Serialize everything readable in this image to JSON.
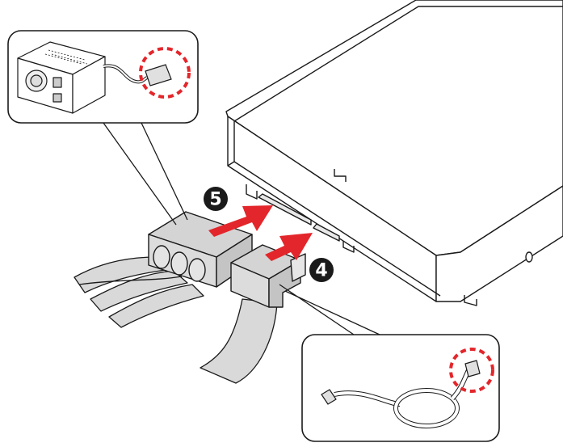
{
  "steps": [
    {
      "number": "5",
      "target": "psu-power-connector"
    },
    {
      "number": "4",
      "target": "sata-data-connector"
    }
  ],
  "colors": {
    "arrow": "#e3262b",
    "highlight_circle": "#e3262b",
    "line": "#1a1a1a",
    "connector_fill": "#d4d4d4",
    "cable_fill": "#d9d9d9",
    "badge": "#1a1a1a"
  },
  "callouts": [
    {
      "name": "psu-callout",
      "depicts": "power-supply-with-sata-power-cable"
    },
    {
      "name": "sata-cable-callout",
      "depicts": "sata-data-cable-right-angle-connector"
    }
  ],
  "icons": [
    "power-supply-icon",
    "hard-drive-icon",
    "sata-cable-icon"
  ]
}
